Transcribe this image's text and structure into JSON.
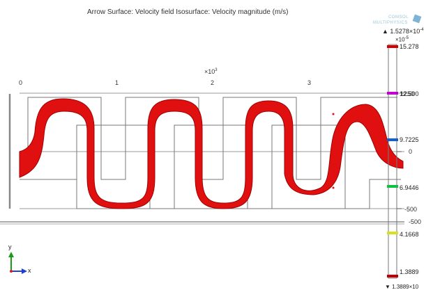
{
  "plot": {
    "title": "Arrow Surface: Velocity field  Isosurface: Velocity magnitude (m/s)",
    "x_exponent_base": "×10",
    "x_exponent_power": "3",
    "x_ticks": [
      "0",
      "1",
      "2",
      "3"
    ],
    "y_ticks": [
      "1250",
      "0",
      "-500",
      "-500"
    ],
    "axis_x": "x",
    "axis_y": "y"
  },
  "colorbar": {
    "max_label": "▲ 1.5278×10",
    "max_power": "-4",
    "exponent_base": "×10",
    "exponent_power": "-5",
    "labels": [
      "15.278",
      "12.500",
      "9.7225",
      "6.9446",
      "4.1668",
      "1.3889"
    ],
    "min_label": "▼ 1.3889×10",
    "marker_colors": [
      "#d40000",
      "#c000d0",
      "#1060d0",
      "#10c040",
      "#d8e020",
      "#c00000"
    ]
  },
  "logo": {
    "line1": "COMSOL",
    "line2": "MULTIPHYSICS"
  },
  "colors": {
    "fluid": "#e01010",
    "channel": "#888888"
  }
}
